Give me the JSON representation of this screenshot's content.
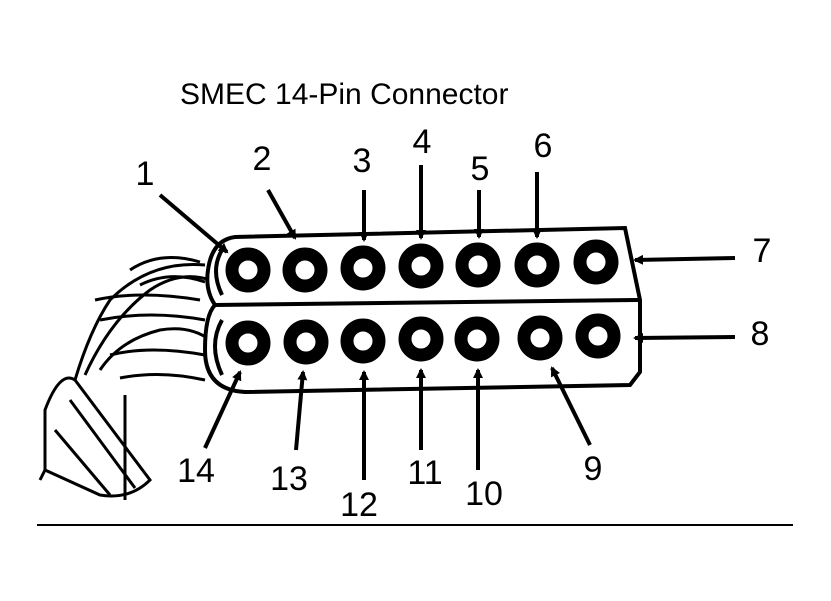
{
  "title": "SMEC 14-Pin Connector",
  "pins": {
    "p1": "1",
    "p2": "2",
    "p3": "3",
    "p4": "4",
    "p5": "5",
    "p6": "6",
    "p7": "7",
    "p8": "8",
    "p9": "9",
    "p10": "10",
    "p11": "11",
    "p12": "12",
    "p13": "13",
    "p14": "14"
  },
  "colors": {
    "ink": "#000000",
    "paper": "#ffffff"
  }
}
